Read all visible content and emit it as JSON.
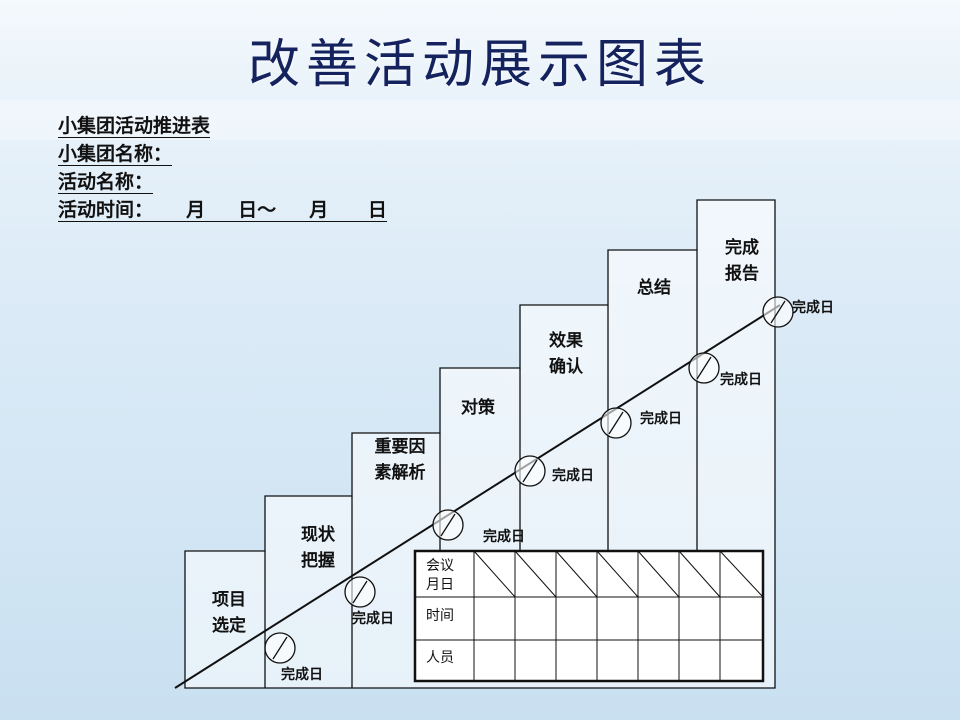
{
  "title": "改善活动展示图表",
  "info": {
    "heading": "小集团活动推进表",
    "group_name": "小集团名称：",
    "activity_name": "活动名称：",
    "activity_time": "活动时间：     月     日～     月      日"
  },
  "steps": [
    {
      "line1": "项目",
      "line2": "选定"
    },
    {
      "line1": "现状",
      "line2": "把握"
    },
    {
      "line1": "重要因",
      "line2": "素解析"
    },
    {
      "line1": "对策",
      "line2": ""
    },
    {
      "line1": "效果",
      "line2": "确认"
    },
    {
      "line1": "总结",
      "line2": ""
    },
    {
      "line1": "完成",
      "line2": "报告"
    }
  ],
  "completion_label": "完成日",
  "table": {
    "rows": [
      {
        "line1": "会议",
        "line2": "月日"
      },
      {
        "line1": "时间",
        "line2": ""
      },
      {
        "line1": "人员",
        "line2": ""
      }
    ],
    "data_columns": 7
  },
  "colors": {
    "title": "#14225e",
    "lines": "#111111",
    "background": "#dcebf7"
  }
}
